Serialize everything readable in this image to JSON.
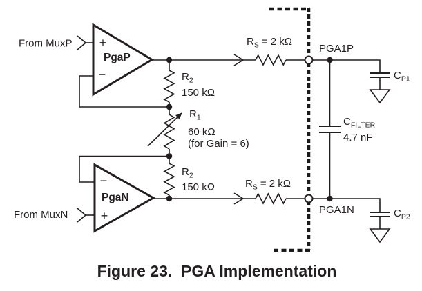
{
  "figure": {
    "caption": "Figure 23.  PGA Implementation"
  },
  "inputs": {
    "muxp": "From MuxP",
    "muxn": "From MuxN"
  },
  "opamps": {
    "pgap": {
      "name": "PgaP",
      "plus": "+",
      "minus": "−"
    },
    "pgan": {
      "name": "PgaN",
      "plus": "+",
      "minus": "−"
    }
  },
  "resistors": {
    "r2_top": {
      "ref": "R",
      "sub": "2",
      "value": "150 kΩ"
    },
    "r1": {
      "ref": "R",
      "sub": "1",
      "value": "60 kΩ",
      "note": "(for Gain = 6)"
    },
    "r2_bottom": {
      "ref": "R",
      "sub": "2",
      "value": "150 kΩ"
    },
    "rs_top": {
      "ref": "R",
      "sub": "S",
      "eq": "= 2 kΩ"
    },
    "rs_bottom": {
      "ref": "R",
      "sub": "S",
      "eq": "= 2 kΩ"
    }
  },
  "capacitors": {
    "cfilter": {
      "ref": "C",
      "sub": "FILTER",
      "value": "4.7 nF"
    },
    "cp1": {
      "ref": "C",
      "sub": "P1"
    },
    "cp2": {
      "ref": "C",
      "sub": "P2"
    }
  },
  "pins": {
    "pga1p": "PGA1P",
    "pga1n": "PGA1N"
  },
  "colors": {
    "line": "#231f20",
    "background": "#ffffff"
  }
}
